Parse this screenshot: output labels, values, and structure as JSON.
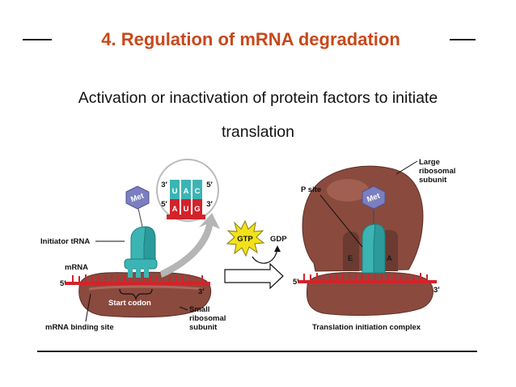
{
  "slide": {
    "title": "4. Regulation of mRNA degradation",
    "subtitle_line1": "Activation or inactivation of protein factors to initiate",
    "subtitle_line2": "translation"
  },
  "figure": {
    "left": {
      "five_prime_top": "3′",
      "three_prime_top": "5′",
      "five_prime_bottom": "5′",
      "three_prime_bottom": "3′",
      "anticodon": [
        "U",
        "A",
        "C"
      ],
      "codon": [
        "A",
        "U",
        "G"
      ],
      "met": "Met",
      "initiator_trna": "Initiator tRNA",
      "mrna": "mRNA",
      "mrna_5": "5′",
      "mrna_3": "3′",
      "start_codon": "Start codon",
      "small_subunit_line1": "Small",
      "small_subunit_line2": "ribosomal",
      "small_subunit_line3": "subunit",
      "mrna_binding_site": "mRNA binding site"
    },
    "middle": {
      "gtp": "GTP",
      "gdp": "GDP"
    },
    "right": {
      "p_site": "P site",
      "met": "Met",
      "large_line1": "Large",
      "large_line2": "ribosomal",
      "large_line3": "subunit",
      "e_site": "E",
      "a_site": "A",
      "mrna_5": "5′",
      "mrna_3": "3′",
      "complex": "Translation initiation complex"
    }
  },
  "colors": {
    "title": "#c8481b",
    "ribosome": "#8a4a3e",
    "trna": "#3cb4b4",
    "mrna": "#d2232a",
    "met": "#7b7fc0",
    "gtp": "#f2e21c"
  }
}
